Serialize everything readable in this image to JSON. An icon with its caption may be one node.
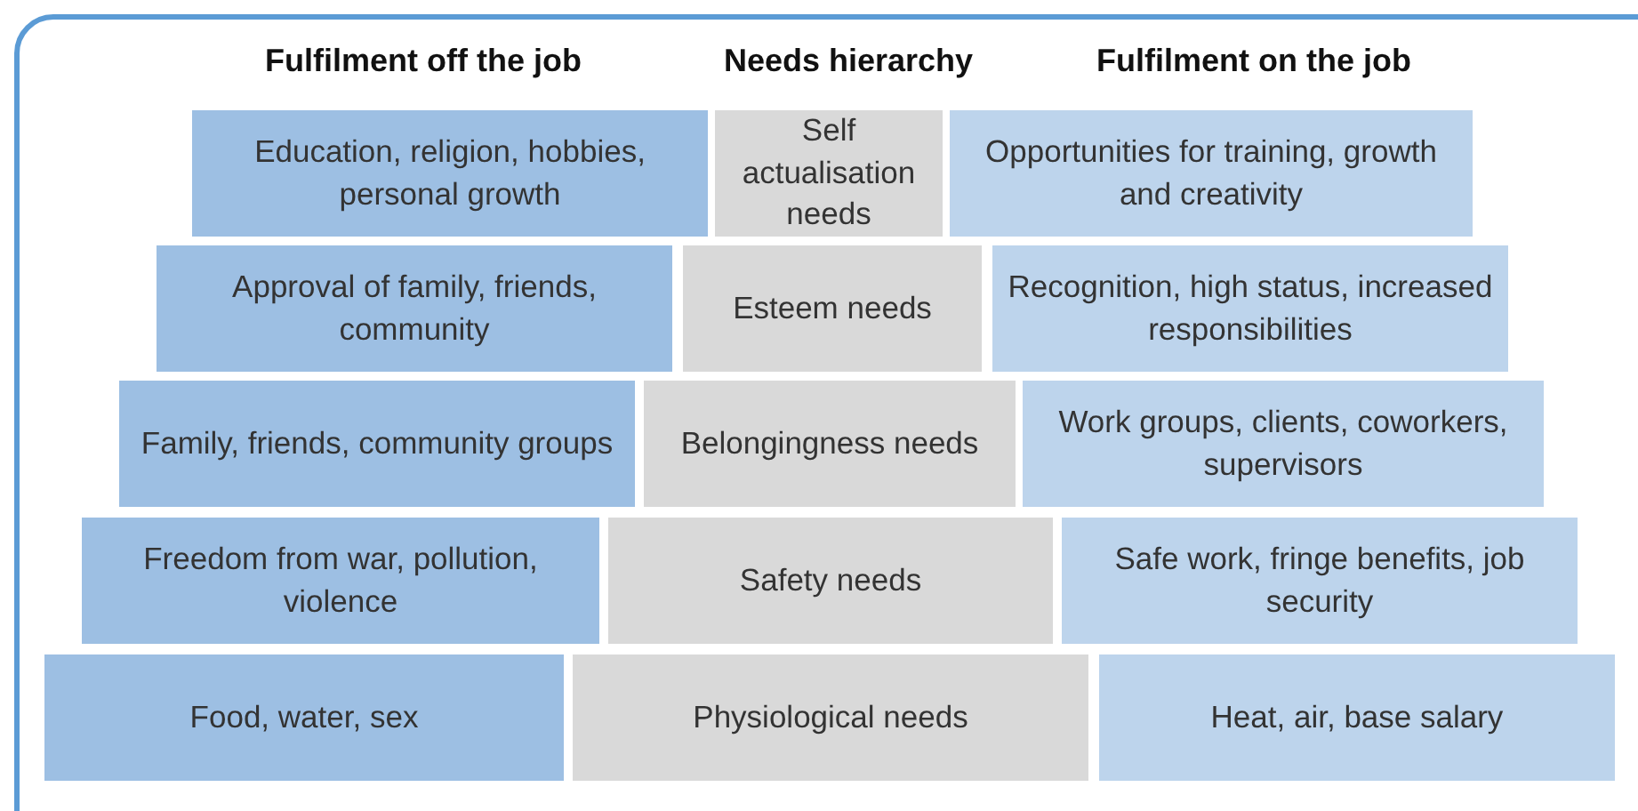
{
  "diagram": {
    "nodes": [
      {
        "text": [
          "Education, religion, hobbies, personal growth"
        ]
      },
      {
        "text": [
          "Self actualisation needs"
        ]
      },
      {
        "text": [
          "Opportunities for training, growth and creativity"
        ]
      },
      {
        "text": [
          "Approval of family, friends, community"
        ]
      },
      {
        "text": [
          "Esteem needs"
        ]
      },
      {
        "text": [
          "Recognition, high status, increased responsibilities"
        ]
      },
      {
        "text": [
          "Family, friends, community groups"
        ]
      },
      {
        "text": [
          "Belongingness needs"
        ]
      },
      {
        "text": [
          "Work groups, clients, coworkers, supervisors"
        ]
      },
      {
        "text": [
          "Freedom from war, pollution, violence"
        ]
      },
      {
        "text": [
          "Safety needs"
        ]
      },
      {
        "text": [
          "Safe work, fringe benefits, job security"
        ]
      },
      {
        "text": [
          "Food, water, sex"
        ]
      },
      {
        "text": [
          "Physiological needs"
        ]
      },
      {
        "text": [
          "Heat, air, base salary"
        ]
      }
    ],
    "edges": [],
    "labels": [
      "Fulfilment off the job",
      "Needs hierarchy",
      "Fulfilment on the job"
    ]
  }
}
